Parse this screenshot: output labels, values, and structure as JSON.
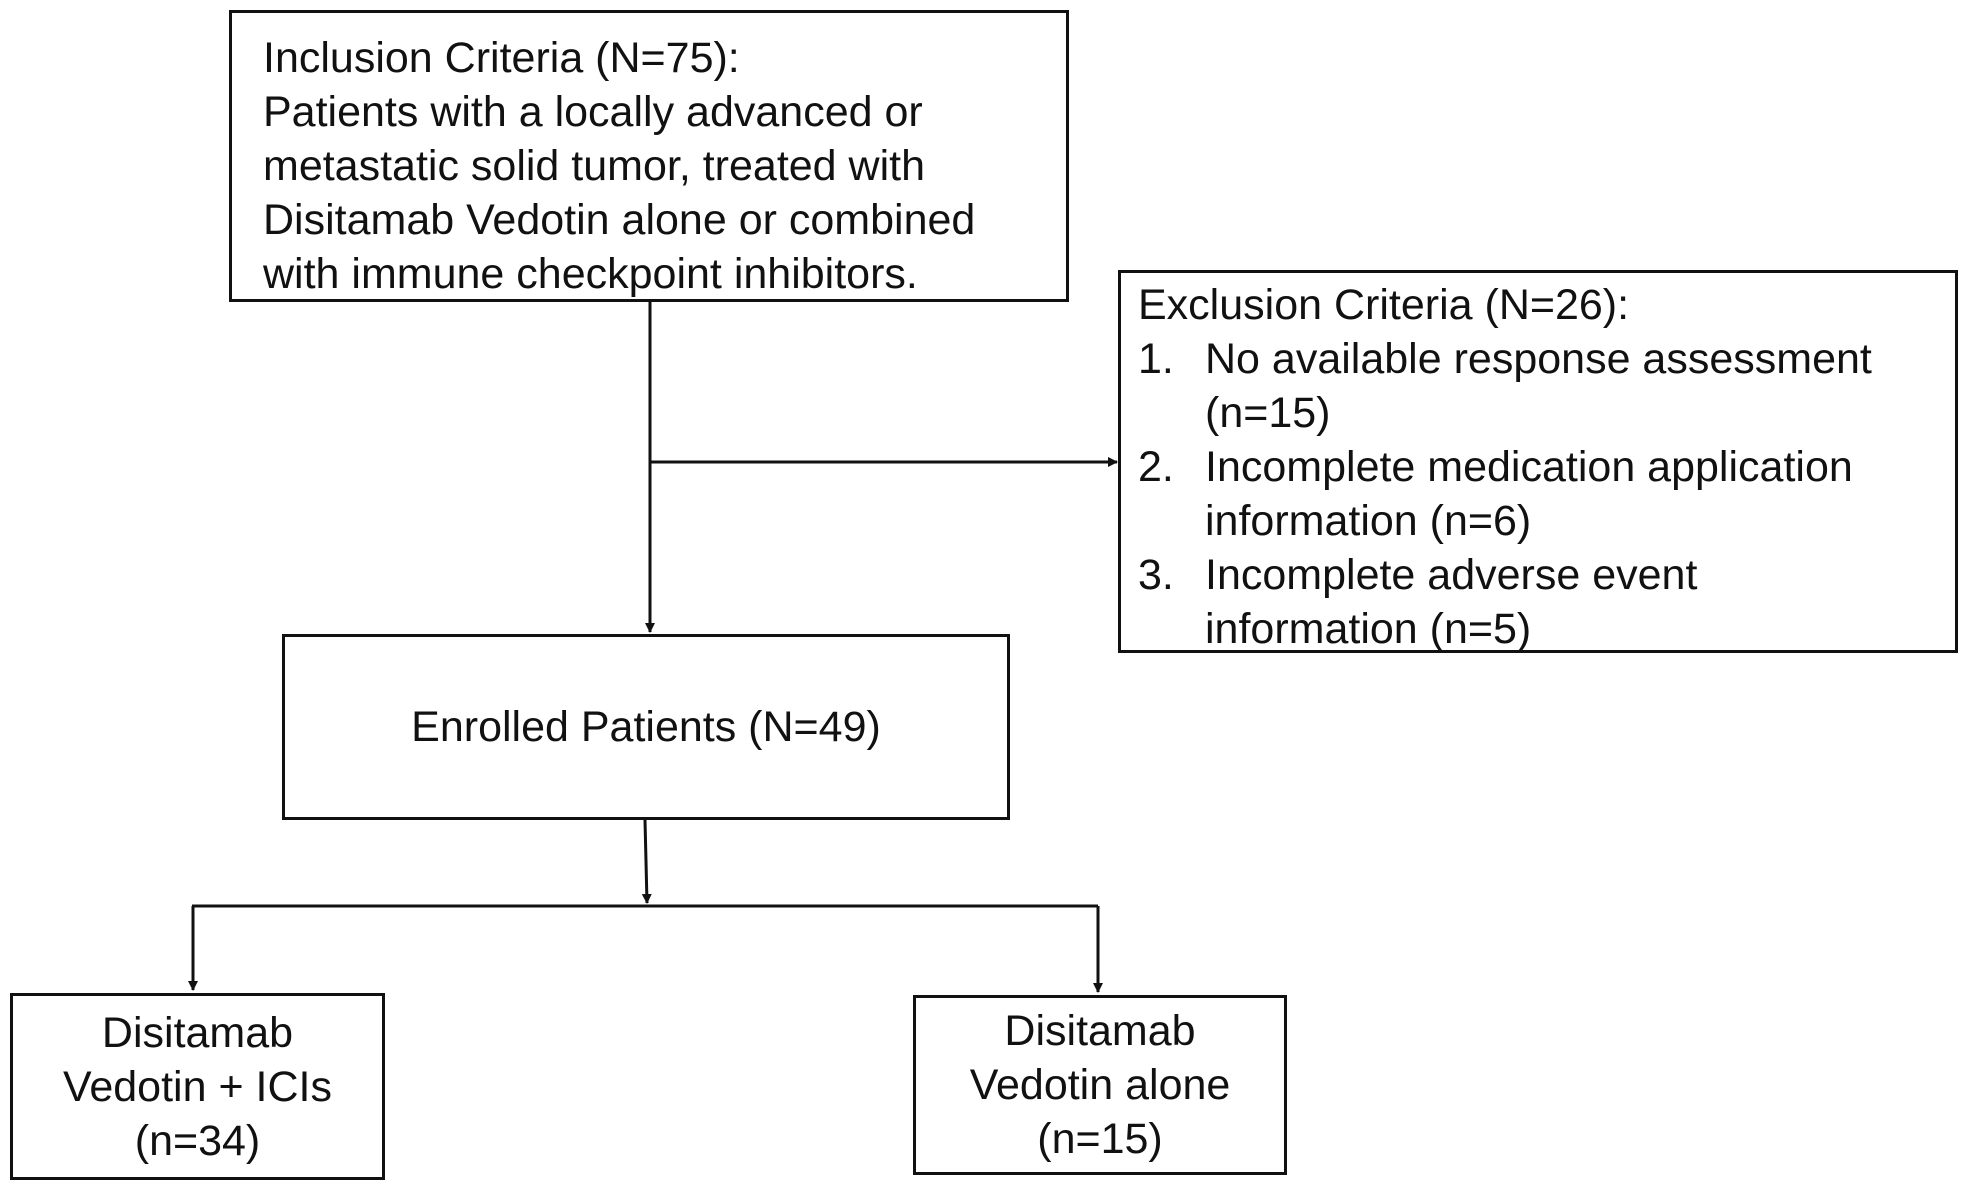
{
  "inclusion": {
    "title": "Inclusion Criteria  (N=75):",
    "lines": [
      "Patients with a locally advanced or",
      "metastatic solid tumor, treated with",
      "Disitamab Vedotin alone or combined",
      "with immune checkpoint inhibitors."
    ]
  },
  "exclusion": {
    "title": "Exclusion Criteria (N=26):",
    "items": [
      {
        "num": "1.",
        "lines": [
          "No available response assessment",
          "(n=15)"
        ]
      },
      {
        "num": "2.",
        "lines": [
          "Incomplete medication application",
          "information (n=6)"
        ]
      },
      {
        "num": "3.",
        "lines": [
          "Incomplete adverse event",
          "information (n=5)"
        ]
      }
    ]
  },
  "enrolled": {
    "label": "Enrolled Patients (N=49)"
  },
  "groups": [
    {
      "lines": [
        "Disitamab",
        "Vedotin + ICIs",
        "(n=34)"
      ]
    },
    {
      "lines": [
        "Disitamab",
        "Vedotin alone",
        "(n=15)"
      ]
    }
  ],
  "colors": {
    "line": "#111111",
    "background": "#ffffff"
  }
}
